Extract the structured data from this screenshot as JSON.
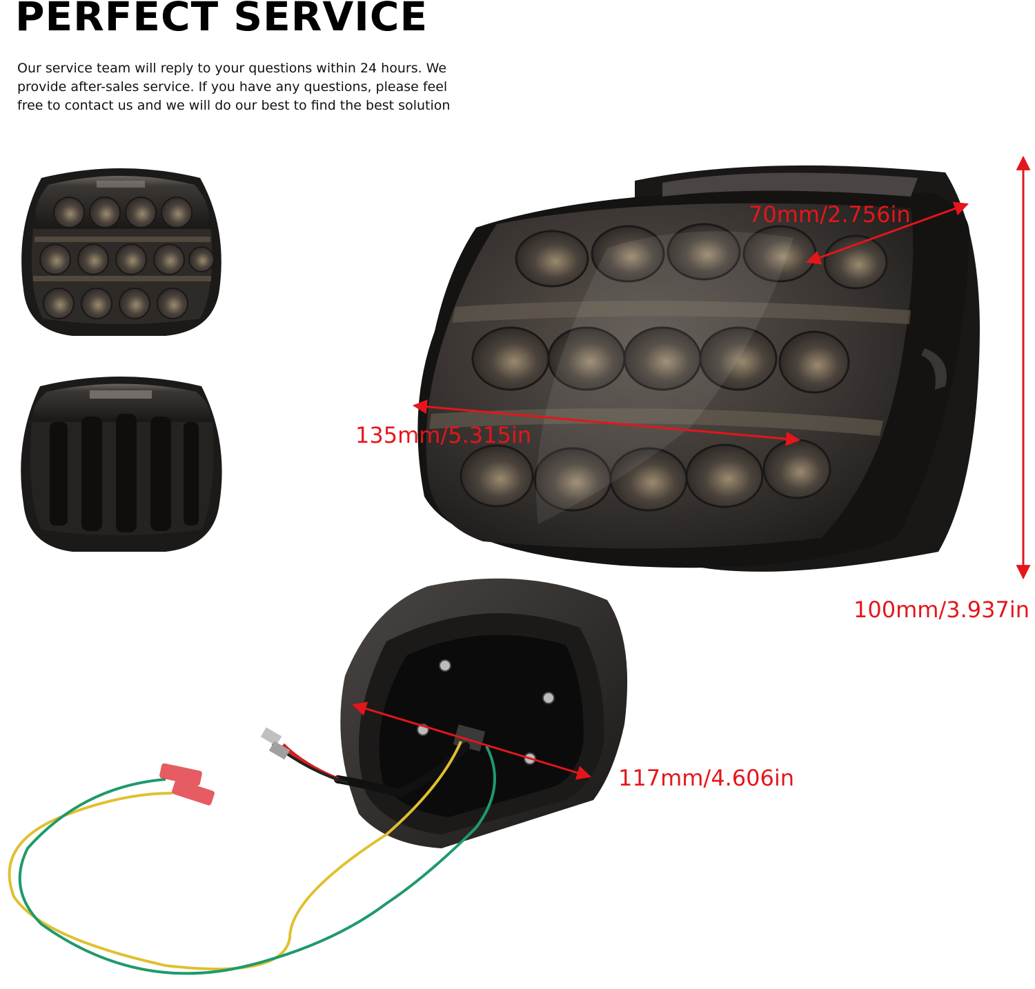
{
  "header": {
    "title": "PERFECT SERVICE",
    "description_lines": [
      "Our service team will reply to your questions within 24 hours. We",
      "provide after-sales service. If you have any questions, please feel",
      "free to contact us and we will do our best to find the best solution"
    ]
  },
  "dimensions": {
    "depth": "70mm/2.756in",
    "width": "135mm/5.315in",
    "height": "100mm/3.937in",
    "mount_width": "117mm/4.606in"
  },
  "colors": {
    "accent_red": "#e4161b",
    "lens_smoke": "#3a3633",
    "housing": "#1c1a19",
    "wire_red": "#d42020",
    "wire_yellow": "#e0c030",
    "wire_green": "#1f9a6a"
  }
}
